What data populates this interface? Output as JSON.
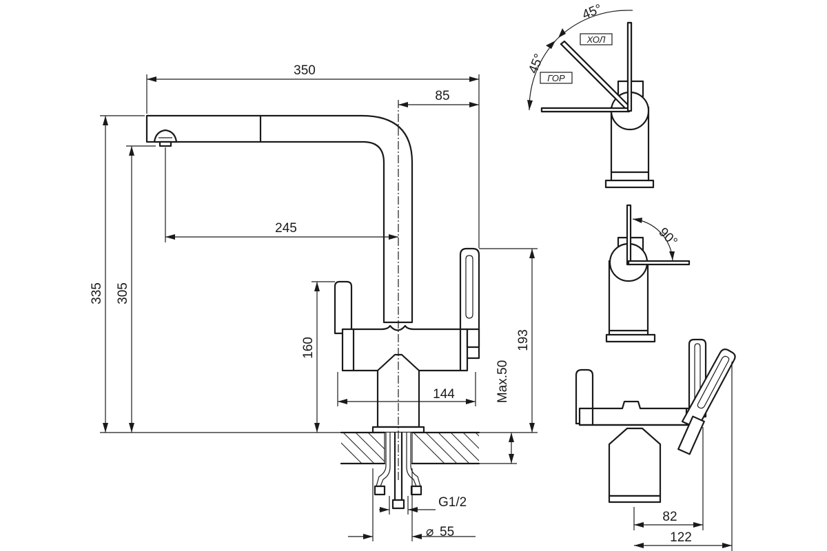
{
  "dimensions": {
    "total_reach": "350",
    "spout_offset": "85",
    "spout_length": "245",
    "total_height": "335",
    "spout_height": "305",
    "handle_height": "160",
    "lever_height": "193",
    "body_width": "144",
    "max_thickness": "Max.50",
    "thread": "G1/2",
    "hole_diameter": "55",
    "side_body": "82",
    "side_total": "122"
  },
  "angles": {
    "cold_angle": "45°",
    "hot_angle": "45°",
    "rotation_angle": "90°"
  },
  "labels": {
    "cold": "ХОЛ",
    "hot": "ГОР",
    "diameter_symbol": "⌀"
  },
  "colors": {
    "line": "#1a1a1a",
    "background": "#ffffff"
  }
}
